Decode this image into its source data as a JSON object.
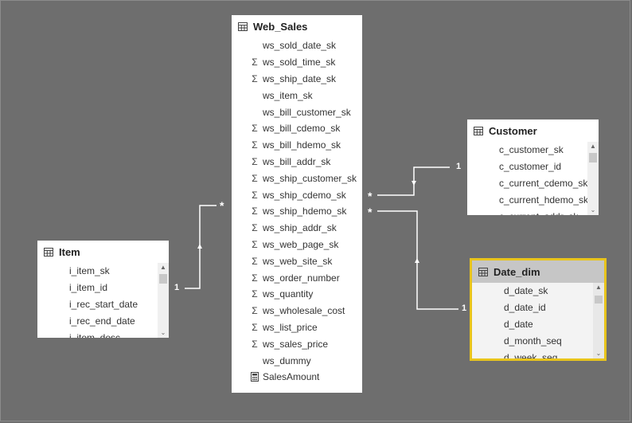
{
  "tables": {
    "web_sales": {
      "title": "Web_Sales",
      "fields": [
        {
          "name": "ws_sold_date_sk",
          "sum": false
        },
        {
          "name": "ws_sold_time_sk",
          "sum": true
        },
        {
          "name": "ws_ship_date_sk",
          "sum": true
        },
        {
          "name": "ws_item_sk",
          "sum": false
        },
        {
          "name": "ws_bill_customer_sk",
          "sum": false
        },
        {
          "name": "ws_bill_cdemo_sk",
          "sum": true
        },
        {
          "name": "ws_bill_hdemo_sk",
          "sum": true
        },
        {
          "name": "ws_bill_addr_sk",
          "sum": true
        },
        {
          "name": "ws_ship_customer_sk",
          "sum": true
        },
        {
          "name": "ws_ship_cdemo_sk",
          "sum": true
        },
        {
          "name": "ws_ship_hdemo_sk",
          "sum": true
        },
        {
          "name": "ws_ship_addr_sk",
          "sum": true
        },
        {
          "name": "ws_web_page_sk",
          "sum": true
        },
        {
          "name": "ws_web_site_sk",
          "sum": true
        },
        {
          "name": "ws_order_number",
          "sum": true
        },
        {
          "name": "ws_quantity",
          "sum": true
        },
        {
          "name": "ws_wholesale_cost",
          "sum": true
        },
        {
          "name": "ws_list_price",
          "sum": true
        },
        {
          "name": "ws_sales_price",
          "sum": true
        },
        {
          "name": "ws_dummy",
          "sum": false
        },
        {
          "name": "SalesAmount",
          "sum": false,
          "measure": true
        }
      ]
    },
    "item": {
      "title": "Item",
      "fields": [
        {
          "name": "i_item_sk",
          "sum": false
        },
        {
          "name": "i_item_id",
          "sum": false
        },
        {
          "name": "i_rec_start_date",
          "sum": false
        },
        {
          "name": "i_rec_end_date",
          "sum": false
        },
        {
          "name": "i_item_desc",
          "sum": false
        }
      ]
    },
    "customer": {
      "title": "Customer",
      "fields": [
        {
          "name": "c_customer_sk",
          "sum": false
        },
        {
          "name": "c_customer_id",
          "sum": false
        },
        {
          "name": "c_current_cdemo_sk",
          "sum": false
        },
        {
          "name": "c_current_hdemo_sk",
          "sum": false
        },
        {
          "name": "c_current_addr_sk",
          "sum": false
        }
      ]
    },
    "date_dim": {
      "title": "Date_dim",
      "fields": [
        {
          "name": "d_date_sk",
          "sum": false
        },
        {
          "name": "d_date_id",
          "sum": false
        },
        {
          "name": "d_date",
          "sum": false
        },
        {
          "name": "d_month_seq",
          "sum": false
        },
        {
          "name": "d_week_seq",
          "sum": false
        }
      ]
    }
  },
  "relationships": {
    "item_web_sales": {
      "one": "1",
      "many": "*"
    },
    "customer_web_sales": {
      "one": "1",
      "many": "*"
    },
    "date_dim_web_sales": {
      "one": "1",
      "many": "*"
    }
  },
  "symbols": {
    "sum": "Σ"
  },
  "colors": {
    "canvas": "#6e6e6e",
    "selected_border": "#e8c41c",
    "line": "#ffffff"
  }
}
